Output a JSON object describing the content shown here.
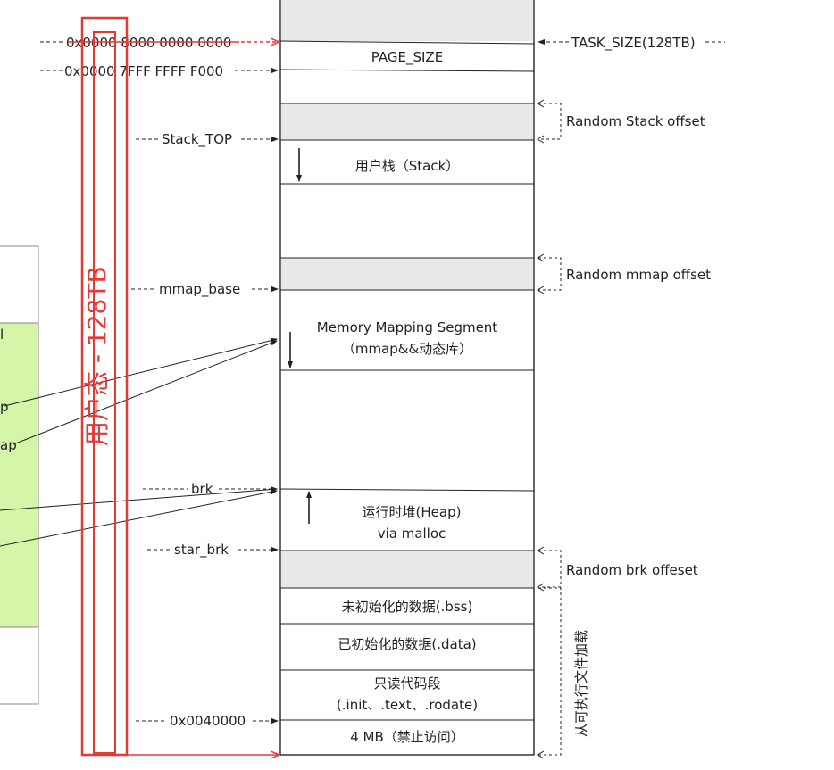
{
  "colors": {
    "gray": "#e8e8e8",
    "green": "#d5f5a8",
    "red": "#e53935",
    "line": "#222222"
  },
  "left_labels": {
    "addr_top": "0x0000 8000 0000 0000",
    "addr_page": "0x0000 7FFF FFFF F000",
    "stack_top": "Stack_TOP",
    "mmap_base": "mmap_base",
    "brk": "brk",
    "start_brk": "star_brk",
    "addr_low": "0x0040000"
  },
  "segments": {
    "page_size": "PAGE_SIZE",
    "stack": "用户栈（Stack）",
    "mmap_line1": "Memory Mapping Segment",
    "mmap_line2": "（mmap&&动态库）",
    "heap_line1": "运行时堆(Heap)",
    "heap_line2": "via malloc",
    "bss": "未初始化的数据(.bss)",
    "data": "已初始化的数据(.data)",
    "text_line1": "只读代码段",
    "text_line2": "(.init、.text、.rodate)",
    "reserved": "4 MB（禁止访问）"
  },
  "right_labels": {
    "task_size": "TASK_SIZE(128TB)",
    "random_stack": "Random Stack offset",
    "random_mmap": "Random mmap offset",
    "random_brk": "Random brk offeset",
    "file_loaded": "从可执行文件加载"
  },
  "side_panel": {
    "frag_l": "l",
    "frag_p": "p",
    "frag_ap": "ap"
  },
  "user_space_label": "用户态 - 128TB"
}
